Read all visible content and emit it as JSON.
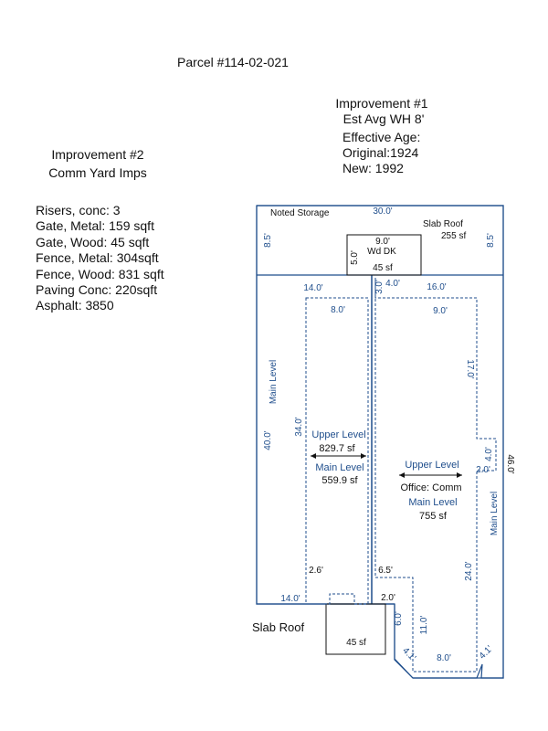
{
  "parcel_label": "Parcel #114-02-021",
  "improvement1": {
    "title": "Improvement #1",
    "line1": "Est Avg WH 8'",
    "line2": "Effective Age:",
    "line3": "Original:1924",
    "line4": "New: 1992"
  },
  "improvement2": {
    "title": "Improvement #2",
    "subtitle": "Comm Yard Imps",
    "items": [
      "Risers, conc: 3",
      "Gate, Metal: 159 sqft",
      "Gate, Wood: 45 sqft",
      "Fence, Metal: 304sqft",
      "Fence, Wood: 831 sqft",
      "Paving Conc: 220sqft",
      "Asphalt: 3850"
    ]
  },
  "sketch": {
    "noted_storage": "Noted Storage",
    "slab_roof_top": "Slab Roof",
    "slab_roof_top_area": "255 sf",
    "deck_label": "Wd DK",
    "deck_area": "45 sf",
    "main_level_left": "Main Level",
    "main_level_right": "Main Level",
    "upper_level_left": "Upper Level",
    "upper_level_left_area": "829.7 sf",
    "main_level_left_center": "Main Level",
    "main_level_left_area": "559.9 sf",
    "upper_level_right": "Upper Level",
    "office_label": "Office: Comm",
    "main_level_right_center": "Main Level",
    "main_level_right_area": "755 sf",
    "slab_roof_bottom": "Slab Roof",
    "slab_roof_bottom_area": "45 sf",
    "dims": {
      "top_width": "30.0'",
      "left_storage_h": "8.5'",
      "right_storage_h": "8.5'",
      "deck_w": "9.0'",
      "deck_h": "5.0'",
      "left_top_w": "14.0'",
      "left_upper_w": "8.0'",
      "mid_3": "3.0'",
      "mid_4": "4.0'",
      "right_top_w": "16.0'",
      "right_upper_w": "9.0'",
      "right_17": "17.0'",
      "left_40": "40.0'",
      "left_upper_34": "34.0'",
      "jog_4": "4.0'",
      "jog_2": "2.0'",
      "right_46": "46.0'",
      "left_2_6": "2.6'",
      "mid_6_5": "6.5'",
      "right_24": "24.0'",
      "left_bottom_14": "14.0'",
      "mid_2": "2.0'",
      "slab_6": "6.0'",
      "right_11": "11.0'",
      "bottom_4_1a": "4.1'",
      "bottom_8": "8.0'",
      "bottom_4_1b": "4.1'"
    }
  }
}
